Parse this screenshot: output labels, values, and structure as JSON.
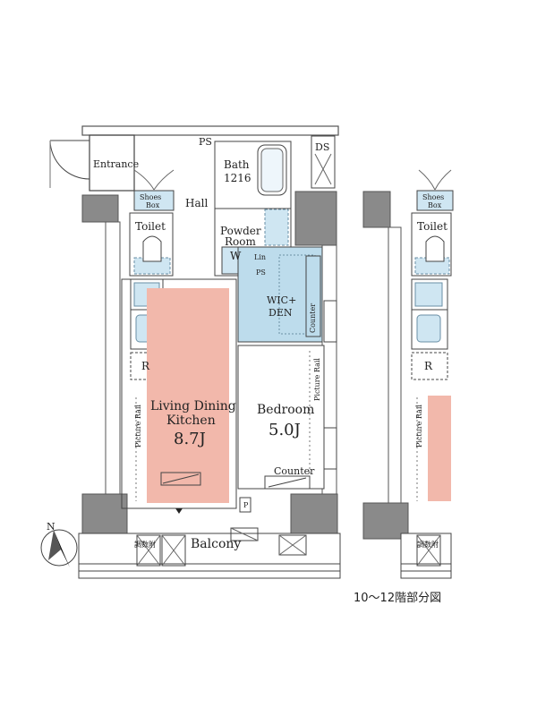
{
  "colors": {
    "ldk_fill": "#f2b8ab",
    "wic_fill": "#bddcec",
    "wet_fill": "#cfe6f2",
    "wall": "#555555",
    "line": "#444444"
  },
  "rooms": {
    "entrance": "Entrance",
    "shoes_box_1": "Shoes",
    "shoes_box_2": "Box",
    "hall": "Hall",
    "toilet": "Toilet",
    "bath_1": "Bath",
    "bath_2": "1216",
    "powder_1": "Powder",
    "powder_2": "Room",
    "washer": "W",
    "linen": "Lin",
    "ps_top": "PS",
    "ps_mid": "PS",
    "ds": "DS",
    "wic_1": "WIC+",
    "wic_2": "DEN",
    "counter_v": "Counter",
    "fridge": "R",
    "ldk_1": "Living Dining",
    "ldk_2": "Kitchen",
    "ldk_area": "8.7J",
    "bedroom": "Bedroom",
    "bedroom_area": "5.0J",
    "picture_rail_left": "Picture Rail",
    "picture_rail_right": "Picture Rail",
    "counter_h": "Counter",
    "p_label": "P",
    "balcony": "Balcony",
    "balcony_jp": "調数附",
    "compass": "N"
  },
  "partial": {
    "shoes_1": "Shoes",
    "shoes_2": "Box",
    "toilet": "Toilet",
    "fridge": "R",
    "picture_rail": "Picture Rail",
    "balcony_jp": "調数附"
  },
  "caption": "10〜12階部分図"
}
